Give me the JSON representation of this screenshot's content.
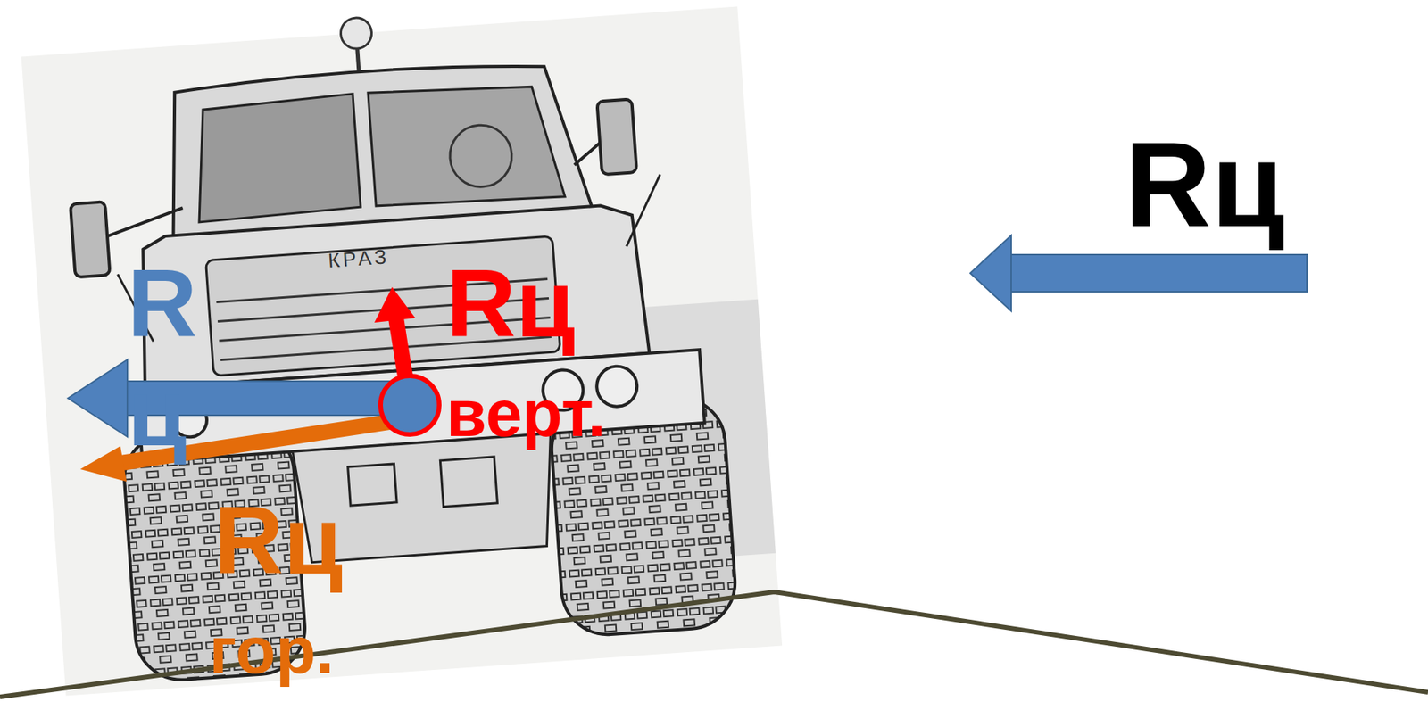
{
  "diagram": {
    "labels": [
      "Rц",
      "R",
      "Rц",
      "КРАЗ",
      "ц",
      "верт.",
      "Rц",
      "гор."
    ]
  }
}
